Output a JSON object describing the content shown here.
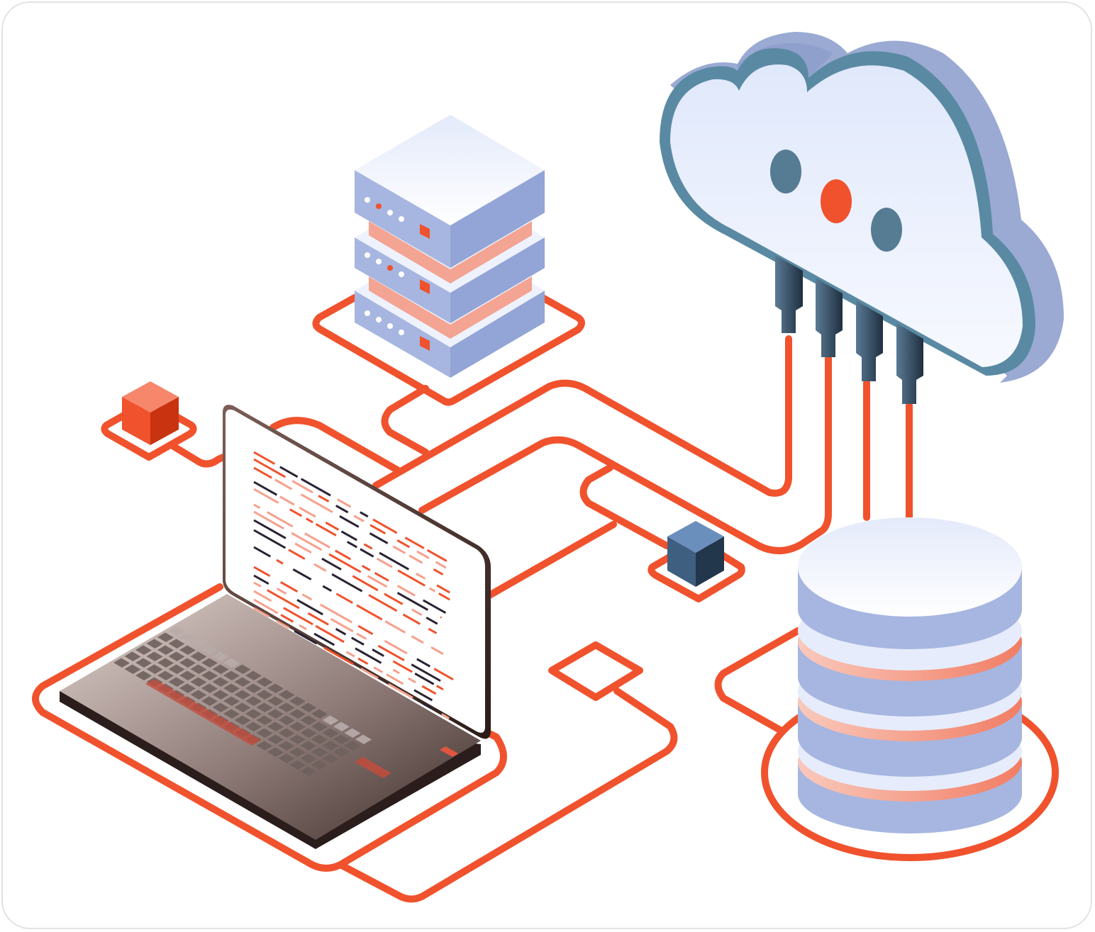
{
  "illustration": {
    "subject": "cloud-network-infrastructure",
    "elements": [
      "laptop",
      "server-rack",
      "cloud",
      "database",
      "network-node"
    ]
  },
  "colors": {
    "wire": "#f0522d",
    "cloud_face": "#e4ebfb",
    "cloud_side": "#9aaad3",
    "cloud_edge": "#5a8aa3",
    "metal_blue": "#a6b6e0",
    "metal_top": "#eef2fd",
    "accent_red": "#f0522d",
    "accent_pink": "#f4a492",
    "navy": "#2d3f55",
    "laptop_dark": "#3a2a28",
    "laptop_light": "#d8c8c4",
    "frame_border": "#e2e2e2"
  }
}
